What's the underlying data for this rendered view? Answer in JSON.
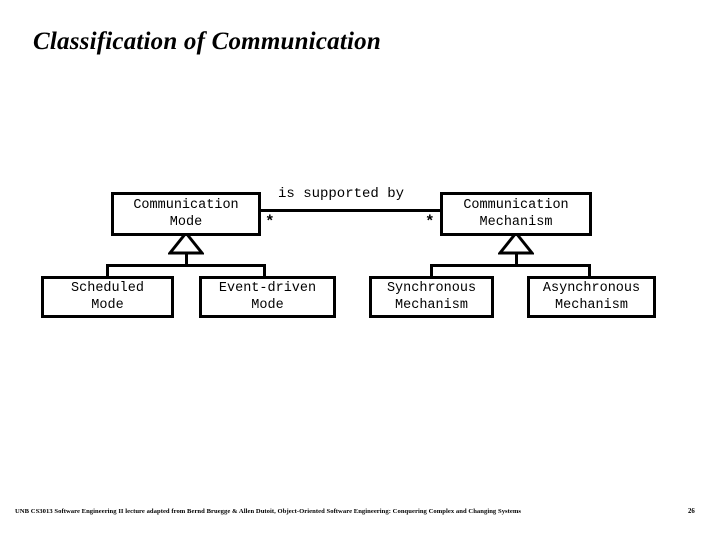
{
  "slide": {
    "title": "Classification of Communication",
    "page_number": "26",
    "footer": "UNB CS3013 Software Engineering II lecture adapted from Bernd Bruegge & Allen Dutoit, Object-Oriented Software Engineering: Conquering Complex and Changing Systems"
  },
  "diagram": {
    "type": "uml-class-diagram",
    "classes": [
      {
        "id": "communication-mode",
        "name": "Communication\nMode"
      },
      {
        "id": "communication-mechanism",
        "name": "Communication\nMechanism"
      },
      {
        "id": "scheduled-mode",
        "name": "Scheduled\nMode"
      },
      {
        "id": "event-driven-mode",
        "name": "Event-driven\nMode"
      },
      {
        "id": "synchronous-mechanism",
        "name": "Synchronous\nMechanism"
      },
      {
        "id": "asynchronous-mechanism",
        "name": "Asynchronous\nMechanism"
      }
    ],
    "association": {
      "label": "is supported by",
      "source": "Communication Mode",
      "target": "Communication Mechanism",
      "source_multiplicity": "*",
      "target_multiplicity": "*"
    },
    "generalizations": [
      {
        "parent": "Communication Mode",
        "children": [
          "Scheduled Mode",
          "Event-driven Mode"
        ]
      },
      {
        "parent": "Communication Mechanism",
        "children": [
          "Synchronous Mechanism",
          "Asynchronous Mechanism"
        ]
      }
    ],
    "colors": {
      "stroke": "#000000",
      "fill": "#ffffff",
      "text": "#000000"
    }
  }
}
